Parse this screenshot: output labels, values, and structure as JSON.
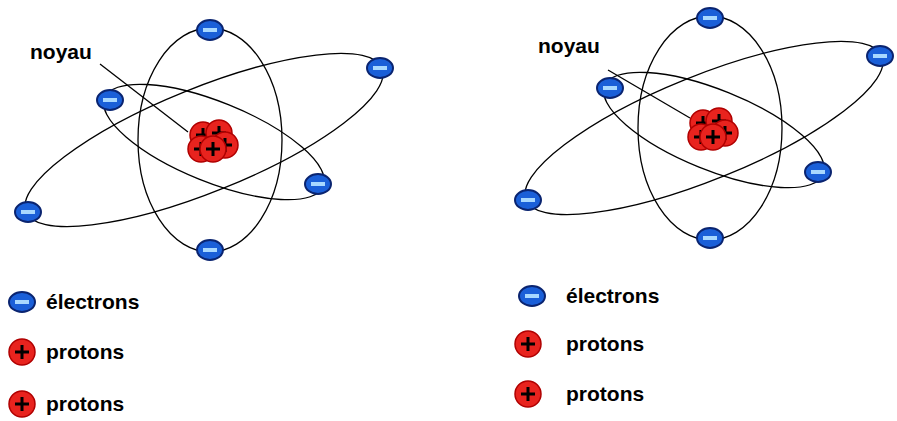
{
  "diagram": {
    "labels": [
      "noyau",
      "noyau"
    ],
    "legend": [
      {
        "text": "électrons"
      },
      {
        "text": "protons"
      },
      {
        "text": "protons"
      },
      {
        "text": "électrons"
      },
      {
        "text": "protons"
      },
      {
        "text": "protons"
      }
    ]
  }
}
